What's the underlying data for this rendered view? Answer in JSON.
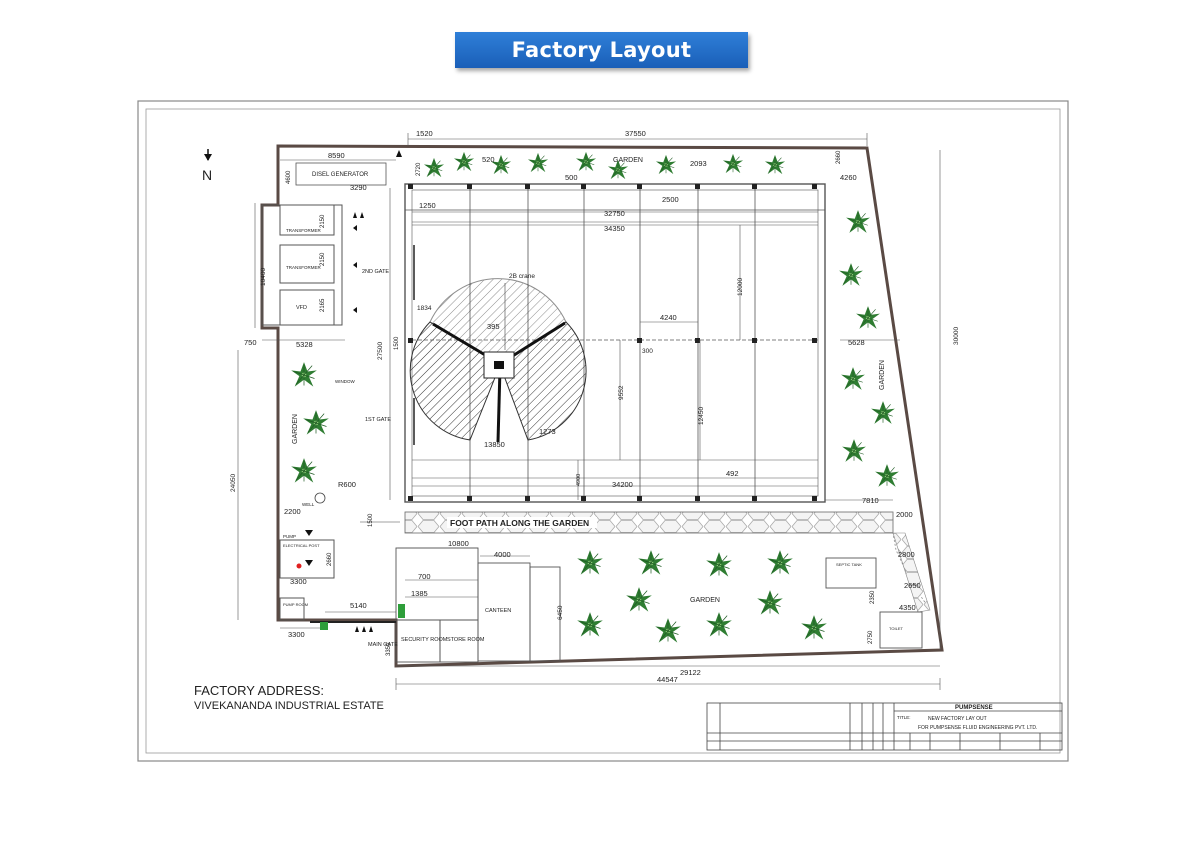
{
  "title": "Factory Layout",
  "compass": {
    "label": "N"
  },
  "address": {
    "heading": "FACTORY ADDRESS:",
    "line1": "VIVEKANANDA INDUSTRIAL ESTATE"
  },
  "colors": {
    "banner": "#2272cc",
    "wall": "#5a4a44",
    "tree": "#2f7d32",
    "marker": "#2e9e3a",
    "dot": "#e02020"
  },
  "areas": {
    "garden_top": "GARDEN",
    "garden_right": "GARDEN",
    "garden_left": "GARDEN",
    "garden_bottom": "GARDEN",
    "diesel_generator": "DISEL GENERATOR",
    "transformer1": "TRANSFORMER",
    "transformer2": "TRANSFORMER",
    "vfd": "VFD",
    "second_gate": "2ND GATE",
    "first_gate": "1ST GATE",
    "window": "WINDOW",
    "crane": "2B crane",
    "foot_path": "FOOT PATH ALONG THE GARDEN",
    "well": "WELL",
    "pump": "PUMP",
    "electrical_post": "ELECTRICAL POST",
    "pump_room": "PUMP ROOM",
    "main_gate": "MAIN GATE",
    "security_room": "SECURITY ROOM",
    "store_room": "STORE ROOM",
    "canteen": "CANTEEN",
    "septic_tank": "SEPTIC TANK",
    "toilet": "TOILET"
  },
  "dimensions": {
    "d1520": "1520",
    "d37550": "37550",
    "d8590": "8590",
    "d520": "520",
    "d500": "500",
    "d2093": "2093",
    "d2660": "2660",
    "d4260": "4260",
    "d2720": "2720",
    "d4600": "4600",
    "d3290": "3290",
    "d2500": "2500",
    "d1250": "1250",
    "d32750": "32750",
    "d34350": "34350",
    "d10400": "10400",
    "d2150a": "2150",
    "d2150b": "2150",
    "d2165": "2165",
    "d12000": "12000",
    "d30000": "30000",
    "d4240": "4240",
    "d395": "395",
    "d1834": "1834",
    "d300": "300",
    "d5328": "5328",
    "d750": "750",
    "d1500": "1500",
    "d27500": "27500",
    "d5628": "5628",
    "d9552": "9552",
    "d12450": "12450",
    "d13850": "13850",
    "d1273": "1273",
    "d24050": "24050",
    "d492": "492",
    "d34200": "34200",
    "d4900": "4900",
    "d7810": "7810",
    "dR600": "R600",
    "d2200": "2200",
    "d2000": "2000",
    "d1500b": "1500",
    "d10800": "10800",
    "d4000": "4000",
    "d2800": "2800",
    "d2660b": "2660",
    "d700": "700",
    "d3300a": "3300",
    "d2650": "2650",
    "d1385": "1385",
    "d5140": "5140",
    "d6450": "6450",
    "d2350": "2350",
    "d4350": "4350",
    "d3300b": "3300",
    "d3350": "3350",
    "d2750": "2750",
    "d29122": "29122",
    "d44547": "44547"
  },
  "title_block": {
    "company": "PUMPSENSE",
    "title_label": "TITLE:",
    "title_line1": "NEW FACTORY LAY OUT",
    "title_line2": "FOR PUMPSENSE FLUID ENGINEERING PVT. LTD."
  }
}
